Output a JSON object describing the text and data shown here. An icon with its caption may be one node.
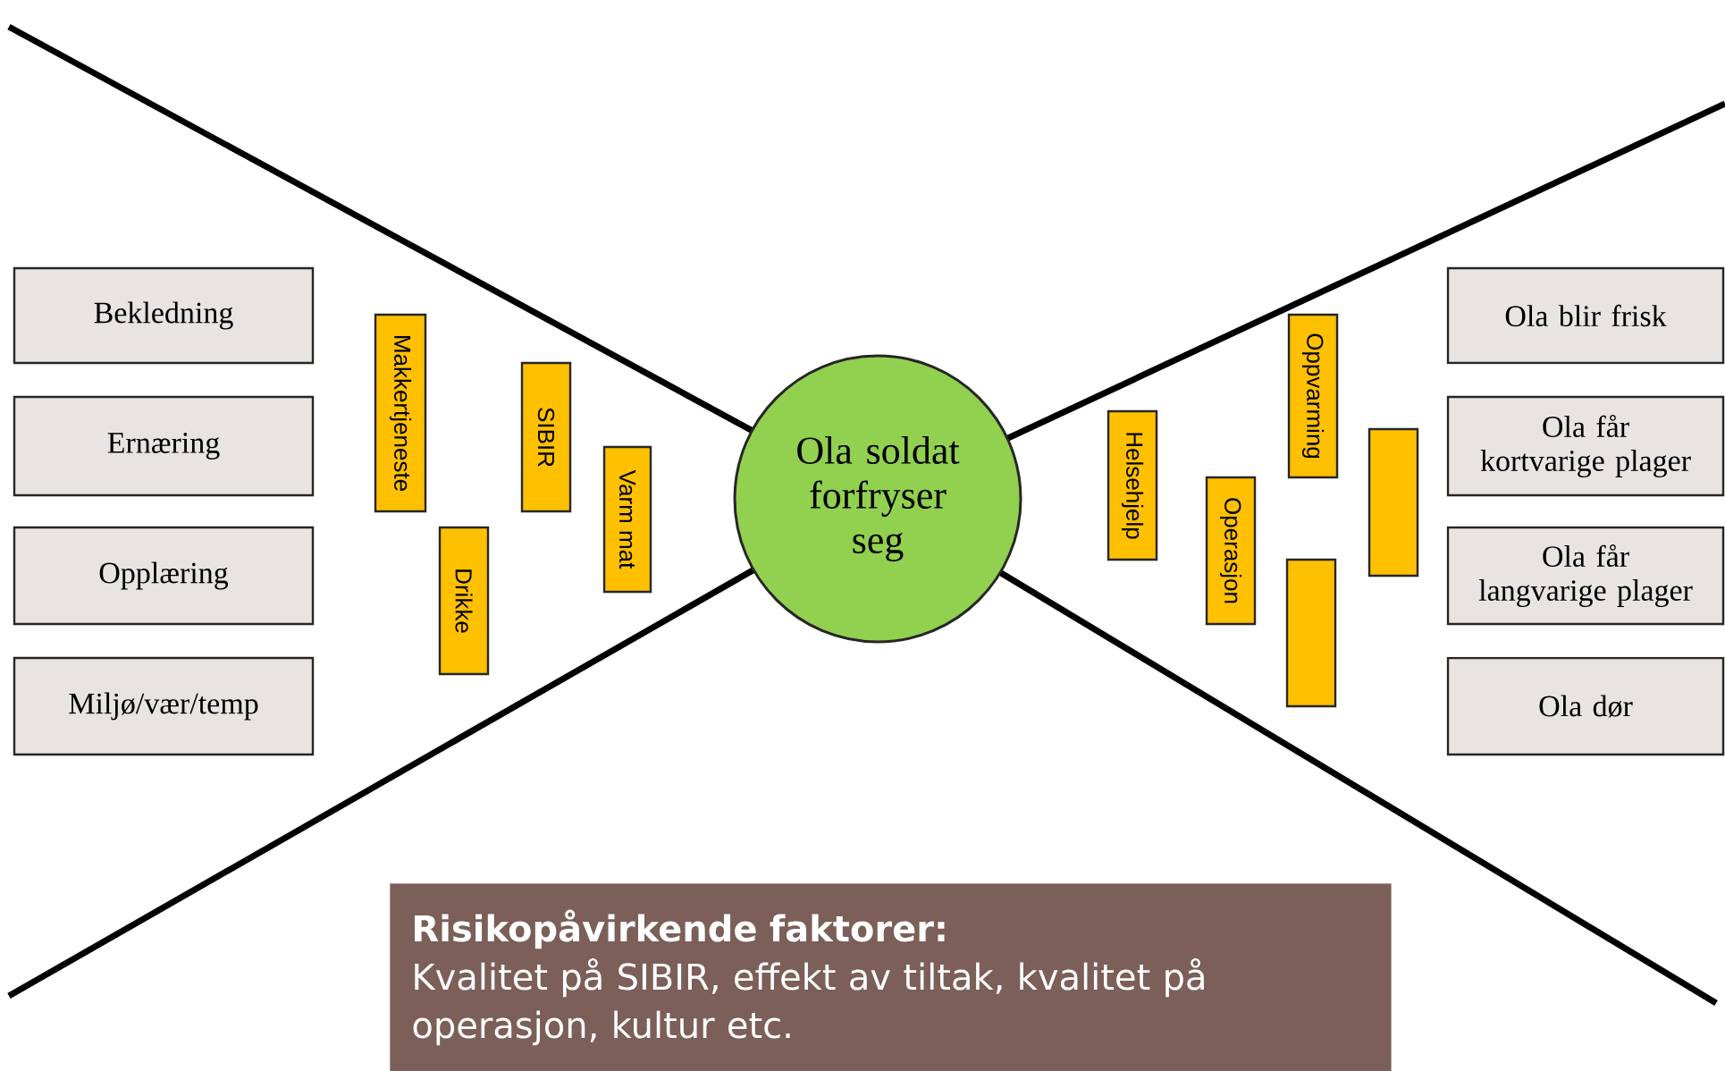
{
  "diagram": {
    "nodes": [
      {
        "text": [
          "Bekledning"
        ]
      },
      {
        "text": [
          "Ernæring"
        ]
      },
      {
        "text": [
          "Opplæring"
        ]
      },
      {
        "text": [
          "Miljø/vær/temp"
        ]
      },
      {
        "text": [
          "Makkertjeneste"
        ]
      },
      {
        "text": [
          "SIBIR"
        ]
      },
      {
        "text": [
          "Varm mat"
        ]
      },
      {
        "text": [
          "Drikke"
        ]
      },
      {
        "text": [
          "Ola soldat forfryser seg"
        ]
      },
      {
        "text": [
          "Oppvarming"
        ]
      },
      {
        "text": [
          "Helsehjelp"
        ]
      },
      {
        "text": [
          "Operasjon"
        ]
      },
      {
        "text": [],
        "shape": "bar"
      },
      {
        "text": [],
        "shape": "bar"
      },
      {
        "text": [
          "Ola blir frisk"
        ]
      },
      {
        "text": [
          "Ola får kortvarige plager"
        ]
      },
      {
        "text": [
          "Ola får langvarige plager"
        ]
      },
      {
        "text": [
          "Ola dør"
        ]
      },
      {
        "text": [
          "Risikopåvirkende faktorer:",
          "Kvalitet på SIBIR, effekt av tiltak, kvalitet på operasjon, kultur etc."
        ]
      }
    ]
  }
}
